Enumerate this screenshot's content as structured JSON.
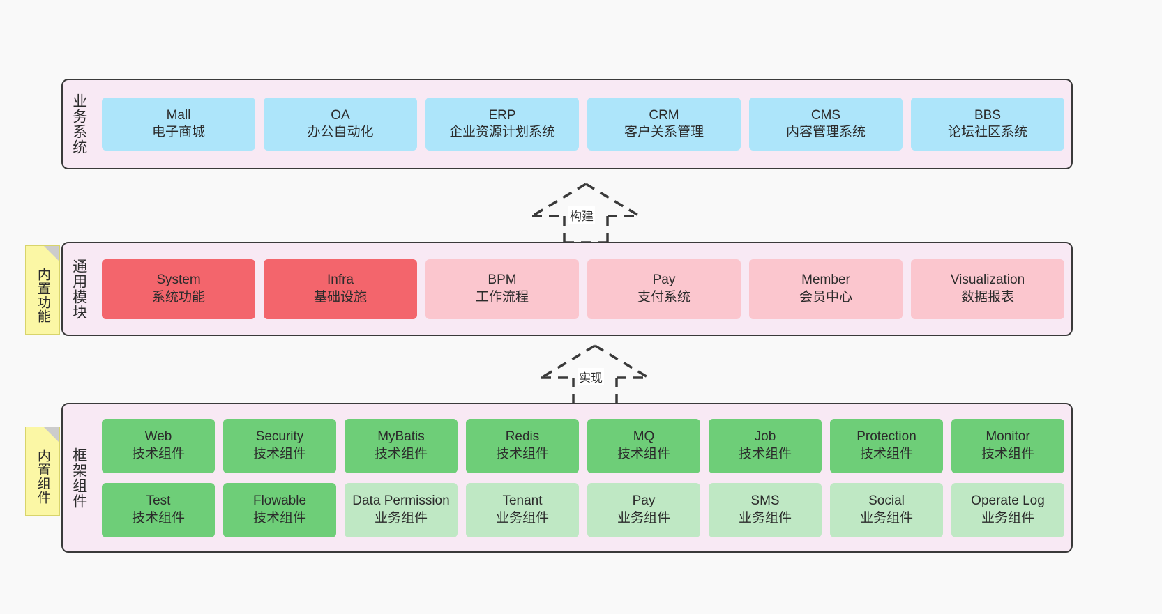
{
  "diagram": {
    "background": "#f9f9f9",
    "layers": [
      {
        "id": "business",
        "title": "业务系统",
        "band_color": "#f8e9f4",
        "node_color": "#ade5fa",
        "nodes": [
          {
            "name": "Mall",
            "desc": "电子商城"
          },
          {
            "name": "OA",
            "desc": "办公自动化"
          },
          {
            "name": "ERP",
            "desc": "企业资源计划系统"
          },
          {
            "name": "CRM",
            "desc": "客户关系管理"
          },
          {
            "name": "CMS",
            "desc": "内容管理系统"
          },
          {
            "name": "BBS",
            "desc": "论坛社区系统"
          }
        ]
      },
      {
        "id": "modules",
        "title": "通用模块",
        "tag": "内置功能",
        "band_color": "#f8e9f4",
        "strong_color": "#f3656c",
        "light_color": "#fbc6ce",
        "nodes": [
          {
            "name": "System",
            "desc": "系统功能",
            "emphasis": "strong"
          },
          {
            "name": "Infra",
            "desc": "基础设施",
            "emphasis": "strong"
          },
          {
            "name": "BPM",
            "desc": "工作流程",
            "emphasis": "light"
          },
          {
            "name": "Pay",
            "desc": "支付系统",
            "emphasis": "light"
          },
          {
            "name": "Member",
            "desc": "会员中心",
            "emphasis": "light"
          },
          {
            "name": "Visualization",
            "desc": "数据报表",
            "emphasis": "light"
          }
        ]
      },
      {
        "id": "framework",
        "title": "框架组件",
        "tag": "内置组件",
        "band_color": "#f8e9f4",
        "tech_color": "#6ece78",
        "business_color": "#bfe8c4",
        "rows": [
          [
            {
              "name": "Web",
              "desc": "技术组件",
              "kind": "tech"
            },
            {
              "name": "Security",
              "desc": "技术组件",
              "kind": "tech"
            },
            {
              "name": "MyBatis",
              "desc": "技术组件",
              "kind": "tech"
            },
            {
              "name": "Redis",
              "desc": "技术组件",
              "kind": "tech"
            },
            {
              "name": "MQ",
              "desc": "技术组件",
              "kind": "tech"
            },
            {
              "name": "Job",
              "desc": "技术组件",
              "kind": "tech"
            },
            {
              "name": "Protection",
              "desc": "技术组件",
              "kind": "tech"
            },
            {
              "name": "Monitor",
              "desc": "技术组件",
              "kind": "tech"
            }
          ],
          [
            {
              "name": "Test",
              "desc": "技术组件",
              "kind": "tech"
            },
            {
              "name": "Flowable",
              "desc": "技术组件",
              "kind": "tech"
            },
            {
              "name": "Data Permission",
              "desc": "业务组件",
              "kind": "business"
            },
            {
              "name": "Tenant",
              "desc": "业务组件",
              "kind": "business"
            },
            {
              "name": "Pay",
              "desc": "业务组件",
              "kind": "business"
            },
            {
              "name": "SMS",
              "desc": "业务组件",
              "kind": "business"
            },
            {
              "name": "Social",
              "desc": "业务组件",
              "kind": "business"
            },
            {
              "name": "Operate Log",
              "desc": "业务组件",
              "kind": "business"
            }
          ]
        ]
      }
    ],
    "connectors": [
      {
        "id": "build",
        "label": "构建",
        "from": "modules",
        "to": "business",
        "style": "dashed-generalization"
      },
      {
        "id": "implement",
        "label": "实现",
        "from": "framework",
        "to": "modules",
        "style": "dashed-generalization"
      }
    ]
  }
}
